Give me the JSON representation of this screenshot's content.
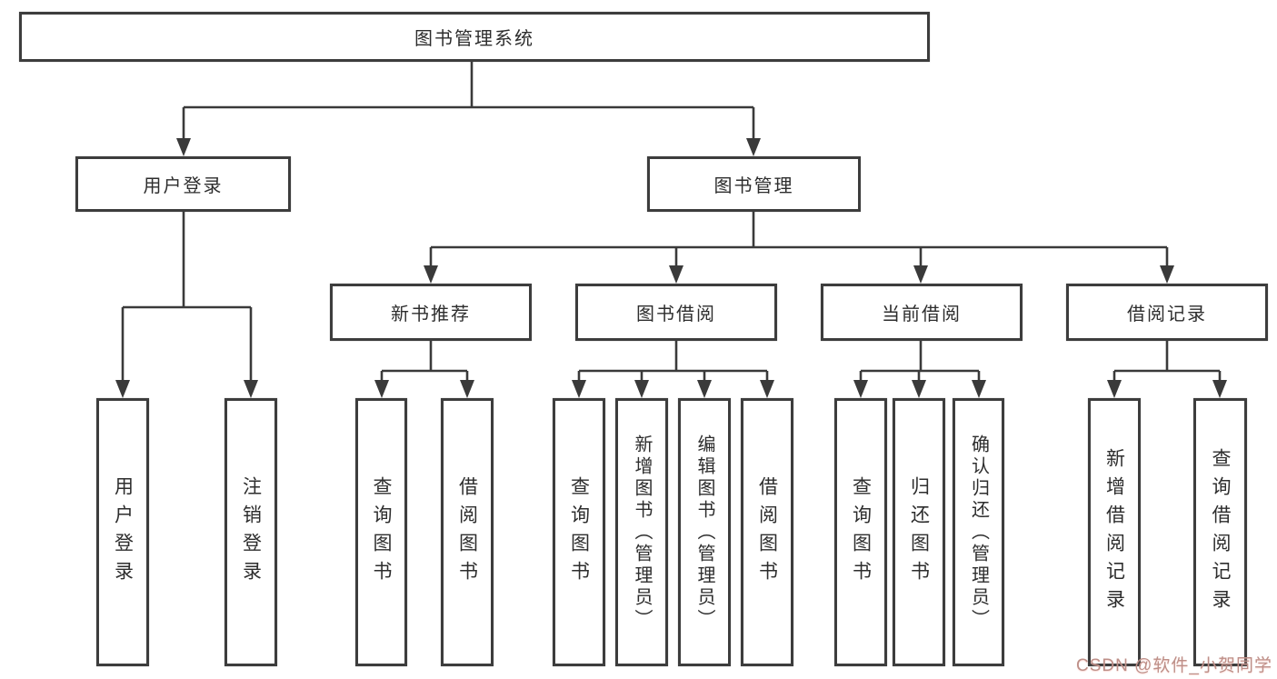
{
  "diagram": {
    "title_note": "library management system functional structure chart",
    "colors": {
      "line": "#3a3a3a",
      "box_border": "#3d3d3d",
      "text": "#2d2d2d",
      "background": "#ffffff",
      "watermark": "#bd8f88"
    },
    "nodes": {
      "root": "图书管理系统",
      "level2": [
        "用户登录",
        "图书管理"
      ],
      "level3": [
        "新书推荐",
        "图书借阅",
        "当前借阅",
        "借阅记录"
      ],
      "leaves": [
        "用户登录",
        "注销登录",
        "查询图书",
        "借阅图书",
        "查询图书",
        "新增图书（管理员）",
        "编辑图书（管理员）",
        "借阅图书",
        "查询图书",
        "归还图书",
        "确认归还（管理员）",
        "新增借阅记录",
        "查询借阅记录"
      ]
    },
    "watermark": "CSDN @软件_小贺同学"
  }
}
